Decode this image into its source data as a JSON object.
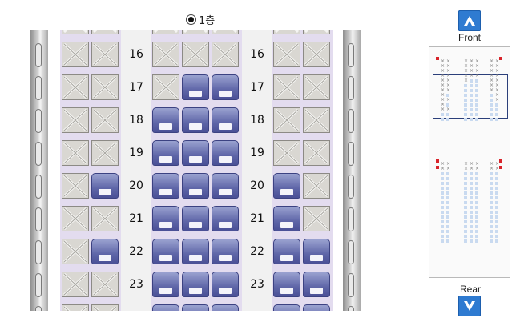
{
  "floor": {
    "label": "1층",
    "selected": true
  },
  "rows": [
    {
      "label": "16",
      "seats": [
        "x",
        "x",
        "x",
        "x",
        "x",
        "x",
        "x"
      ]
    },
    {
      "label": "17",
      "seats": [
        "x",
        "x",
        "x",
        "o",
        "o",
        "x",
        "x"
      ]
    },
    {
      "label": "18",
      "seats": [
        "x",
        "x",
        "o",
        "o",
        "o",
        "x",
        "x"
      ]
    },
    {
      "label": "19",
      "seats": [
        "x",
        "x",
        "o",
        "o",
        "o",
        "x",
        "x"
      ]
    },
    {
      "label": "20",
      "seats": [
        "x",
        "o",
        "o",
        "o",
        "o",
        "o",
        "x"
      ]
    },
    {
      "label": "21",
      "seats": [
        "x",
        "x",
        "o",
        "o",
        "o",
        "o",
        "x"
      ]
    },
    {
      "label": "22",
      "seats": [
        "x",
        "o",
        "o",
        "o",
        "o",
        "o",
        "o"
      ]
    },
    {
      "label": "23",
      "seats": [
        "x",
        "x",
        "o",
        "o",
        "o",
        "o",
        "o"
      ]
    },
    {
      "label": "",
      "seats": [
        "x",
        "x",
        "o",
        "o",
        "o",
        "o",
        "o"
      ]
    }
  ],
  "nav": {
    "front_label": "Front",
    "rear_label": "Rear"
  },
  "colors": {
    "available": "#5f66a8",
    "taken": "#d9d7d2",
    "section": "#e3dcef",
    "nav": "#2f7bd1"
  },
  "minimap": {
    "upper": [
      [
        "x",
        "x",
        "x",
        "x",
        "x",
        "x",
        "x"
      ],
      [
        "x",
        "x",
        "x",
        "x",
        "x",
        "x",
        "x"
      ],
      [
        "x",
        "x",
        "x",
        "x",
        "x",
        "x",
        "x"
      ],
      [
        "x",
        "x",
        "x",
        "x",
        "x",
        "x",
        "x"
      ],
      [
        "x",
        "x",
        "x",
        "o",
        "o",
        "x",
        "x"
      ],
      [
        "x",
        "x",
        "o",
        "o",
        "o",
        "x",
        "x"
      ],
      [
        "x",
        "x",
        "o",
        "o",
        "o",
        "x",
        "x"
      ],
      [
        "x",
        "o",
        "o",
        "o",
        "o",
        "o",
        "x"
      ],
      [
        "x",
        "x",
        "o",
        "o",
        "o",
        "o",
        "x"
      ],
      [
        "x",
        "o",
        "o",
        "o",
        "o",
        "o",
        "o"
      ],
      [
        "x",
        "x",
        "o",
        "o",
        "o",
        "o",
        "o"
      ],
      [
        "o",
        "o",
        "o",
        "o",
        "o",
        "o",
        "o"
      ],
      [
        "o",
        "o",
        "o",
        "o",
        "o",
        "o",
        "o"
      ]
    ],
    "lower": [
      [
        "x",
        "x",
        "x",
        "x",
        "x",
        "x",
        "x"
      ],
      [
        "x",
        "x",
        "x",
        "x",
        "x",
        "x",
        "x"
      ],
      [
        "o",
        "o",
        "o",
        "o",
        "o",
        "o",
        "o"
      ],
      [
        "o",
        "o",
        "o",
        "o",
        "o",
        "o",
        "o"
      ],
      [
        "o",
        "o",
        "o",
        "o",
        "o",
        "o",
        "o"
      ],
      [
        "o",
        "o",
        "o",
        "o",
        "o",
        "o",
        "o"
      ],
      [
        "o",
        "o",
        "o",
        "o",
        "o",
        "o",
        "o"
      ],
      [
        "o",
        "o",
        "o",
        "o",
        "o",
        "o",
        "o"
      ],
      [
        "o",
        "o",
        "o",
        "o",
        "o",
        "o",
        "o"
      ],
      [
        "o",
        "o",
        "o",
        "o",
        "o",
        "o",
        "o"
      ],
      [
        "o",
        "o",
        "o",
        "o",
        "o",
        "o",
        "o"
      ],
      [
        "o",
        "o",
        "o",
        "o",
        "o",
        "o",
        "o"
      ],
      [
        "o",
        "o",
        "o",
        "o",
        "o",
        "o",
        "o"
      ],
      [
        "o",
        "o",
        "o",
        "o",
        "o",
        "o",
        "o"
      ],
      [
        "o",
        "o",
        "o",
        "o",
        "o",
        "o",
        "o"
      ],
      [
        "o",
        "o",
        "o",
        "o",
        "o",
        "o",
        "o"
      ],
      [
        "o",
        "o",
        "o",
        "o",
        "o",
        "o",
        "o"
      ]
    ]
  }
}
